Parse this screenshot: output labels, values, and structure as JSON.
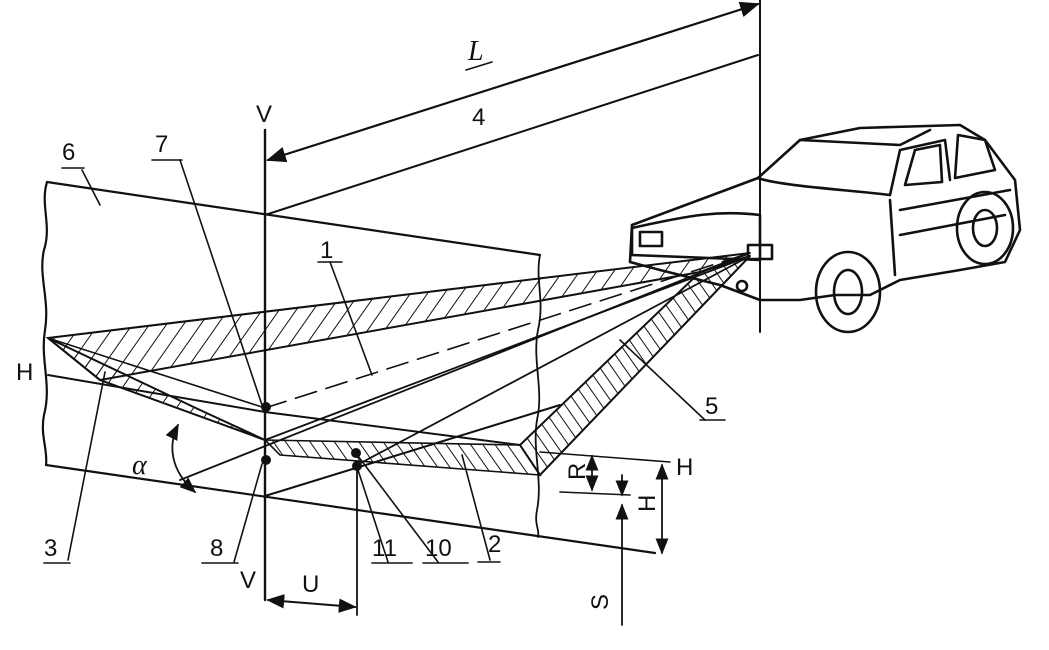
{
  "diagram": {
    "labels": {
      "n1": "1",
      "n2": "2",
      "n3": "3",
      "n4": "4",
      "n5": "5",
      "n6": "6",
      "n7": "7",
      "n8": "8",
      "n10": "10",
      "n11": "11",
      "L": "L",
      "V_top": "V",
      "V_bottom": "V",
      "H_left": "H",
      "H_right": "H",
      "H_dim": "H",
      "R": "R",
      "S": "S",
      "U": "U",
      "alpha": "α"
    }
  }
}
